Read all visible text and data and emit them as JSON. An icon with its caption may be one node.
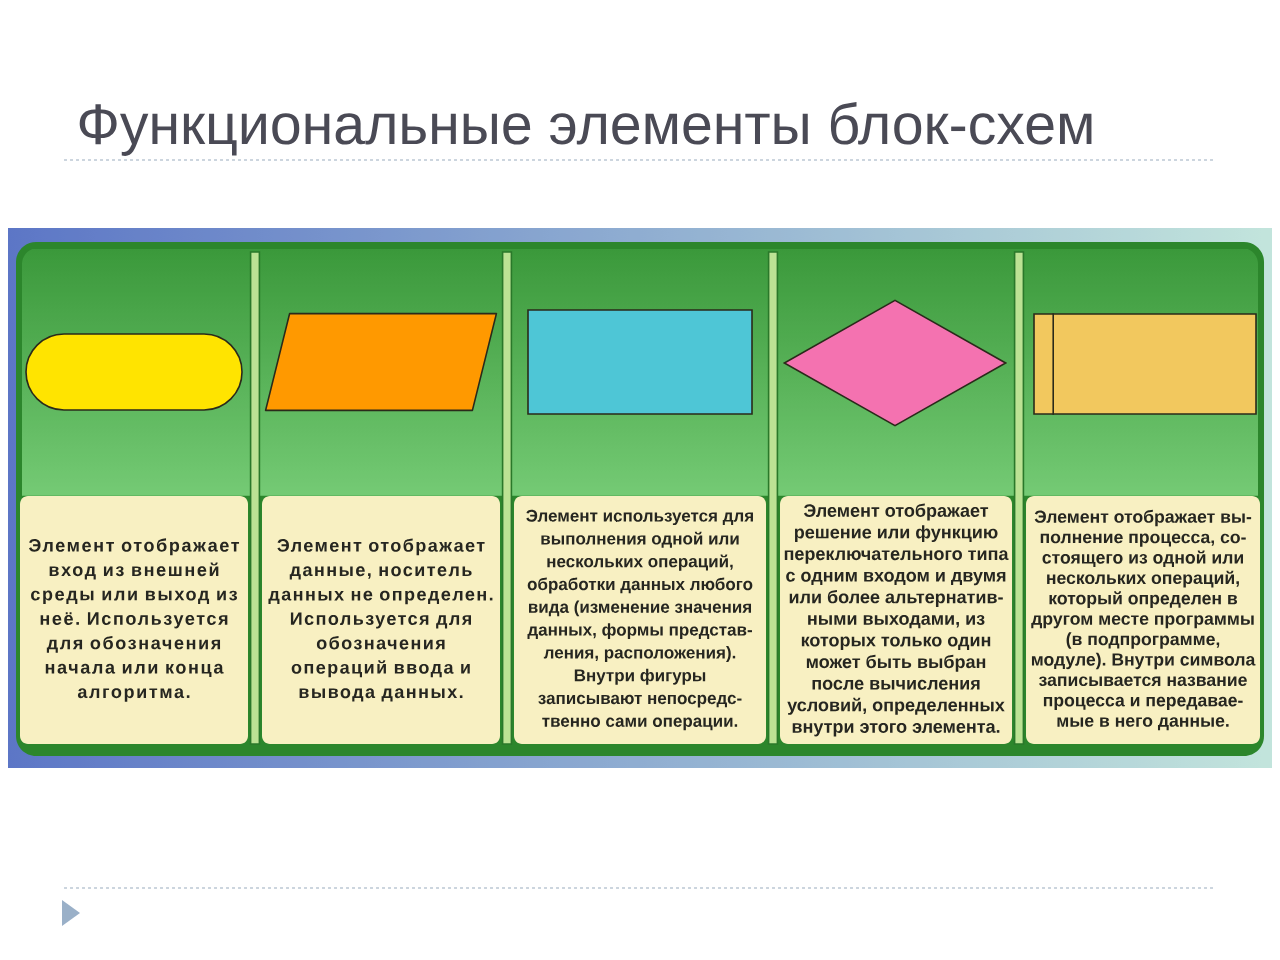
{
  "diagram": {
    "title": "Функциональные элементы блок-схем",
    "nodes": [
      {
        "text": [],
        "shape": "oval"
      },
      {
        "text": [
          "Элемент отображает вход из внешней среды или выход из неё. Используется для обозначения начала или конца алгоритма."
        ]
      },
      {
        "text": [],
        "shape": "parallelogram"
      },
      {
        "text": [
          "Элемент отображает данные, носитель данных не определен. Используется для обозначения операций ввода и вывода данных."
        ]
      },
      {
        "text": [],
        "shape": "rectangle"
      },
      {
        "text": [
          "Элемент используется для выполнения одной или нескольких операций, обработки данных любого вида (изменение значения данных, формы представ- ления, расположения). Внутри фигуры записывают непосредс- твенно сами операции."
        ]
      },
      {
        "text": [],
        "shape": "diamond"
      },
      {
        "text": [
          "Элемент отображает решение или функцию переключательного типа с одним входом и двумя или более альтернатив- ными выходами, из которых только один может быть выбран после вычисления условий, определенных внутри этого элемента."
        ]
      },
      {
        "text": [],
        "shape": "subroutine"
      },
      {
        "text": [
          "Элемент отображает вы- полнение процесса, со- стоящего из одной или нескольких операций, который определен в другом месте программы (в подпрограмме, модуле). Внутри символа записывается название процесса и передавае- мые в него данные."
        ]
      }
    ]
  }
}
